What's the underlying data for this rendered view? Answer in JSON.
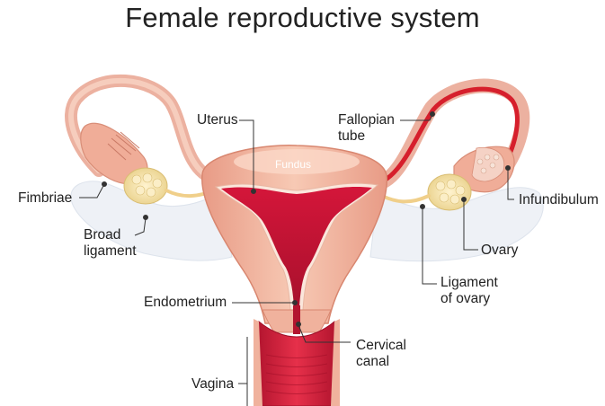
{
  "title": "Female reproductive system",
  "labels": {
    "uterus": "Uterus",
    "fallopian_tube": [
      "Fallopian",
      "tube"
    ],
    "fundus": "Fundus",
    "fimbriae": "Fimbriae",
    "infundibulum": "Infundibulum",
    "broad_ligament": [
      "Broad",
      "ligament"
    ],
    "ovary": "Ovary",
    "ligament_of_ovary": [
      "Ligament",
      "of ovary"
    ],
    "endometrium": "Endometrium",
    "cervical_canal": [
      "Cervical",
      "canal"
    ],
    "vagina": "Vagina"
  },
  "colors": {
    "uterus_wall": "#f2b7a0",
    "cavity": "#c8163a",
    "tube_red": "#d61f2c",
    "ovary": "#f3dfa4",
    "ligament": "#eef1f6",
    "leader": "#333333"
  }
}
